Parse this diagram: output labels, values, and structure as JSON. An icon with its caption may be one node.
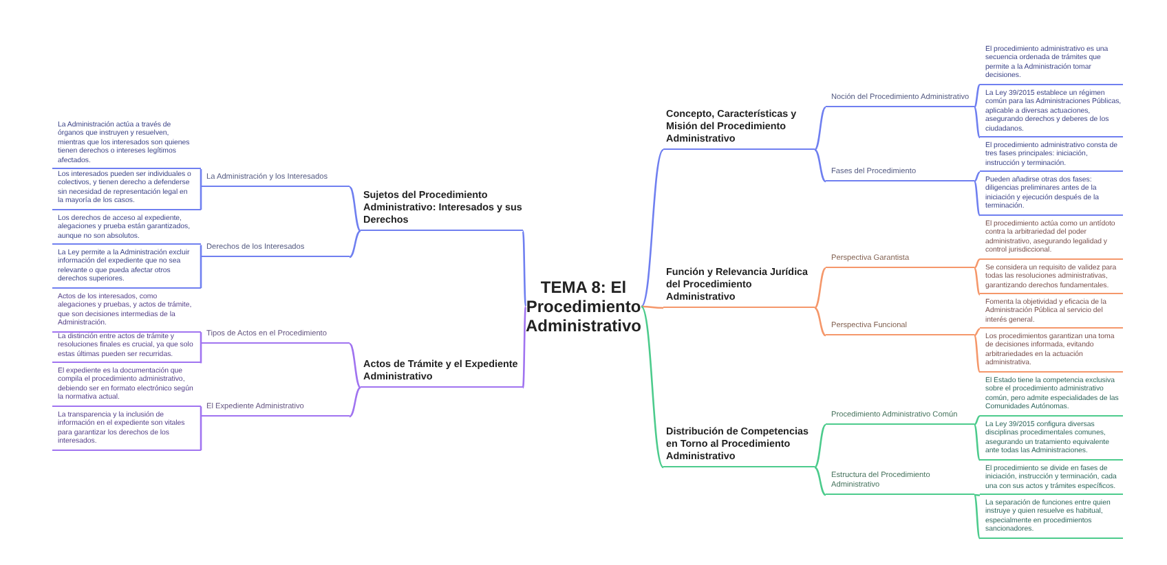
{
  "diagram": {
    "nodes": [
      {
        "text": [
          "TEMA 8: El Procedimiento Administrativo"
        ]
      },
      {
        "text": [
          "Sujetos del Procedimiento Administrativo: Interesados y sus Derechos"
        ]
      },
      {
        "text": [
          "La Administración y los Interesados"
        ]
      },
      {
        "text": [
          "La Administración actúa a través de órganos que instruyen y resuelven, mientras que los interesados son quienes tienen derechos o intereses legítimos afectados."
        ]
      },
      {
        "text": [
          "Los interesados pueden ser individuales o colectivos, y tienen derecho a defenderse sin necesidad de representación legal en la mayoría de los casos."
        ]
      },
      {
        "text": [
          "Derechos de los Interesados"
        ]
      },
      {
        "text": [
          "Los derechos de acceso al expediente, alegaciones y prueba están garantizados, aunque no son absolutos."
        ]
      },
      {
        "text": [
          "La Ley permite a la Administración excluir información del expediente que no sea relevante o que pueda afectar otros derechos superiores."
        ]
      },
      {
        "text": [
          "Actos de Trámite y el Expediente Administrativo"
        ]
      },
      {
        "text": [
          "Tipos de Actos en el Procedimiento"
        ]
      },
      {
        "text": [
          "Actos de los interesados, como alegaciones y pruebas, y actos de trámite, que son decisiones intermedias de la Administración."
        ]
      },
      {
        "text": [
          "La distinción entre actos de trámite y resoluciones finales es crucial, ya que solo estas últimas pueden ser recurridas."
        ]
      },
      {
        "text": [
          "El Expediente Administrativo"
        ]
      },
      {
        "text": [
          "El expediente es la documentación que compila el procedimiento administrativo, debiendo ser en formato electrónico según la normativa actual."
        ]
      },
      {
        "text": [
          "La transparencia y la inclusión de información en el expediente son vitales para garantizar los derechos de los interesados."
        ]
      },
      {
        "text": [
          "Concepto, Características y Misión del Procedimiento Administrativo"
        ]
      },
      {
        "text": [
          "Noción del Procedimiento Administrativo"
        ]
      },
      {
        "text": [
          "El procedimiento administrativo es una secuencia ordenada de trámites que permite a la Administración tomar decisiones."
        ]
      },
      {
        "text": [
          "La Ley 39/2015 establece un régimen común para las Administraciones Públicas, aplicable a diversas actuaciones, asegurando derechos y deberes de los ciudadanos."
        ]
      },
      {
        "text": [
          "Fases del Procedimiento"
        ]
      },
      {
        "text": [
          "El procedimiento administrativo consta de tres fases principales: iniciación, instrucción y terminación."
        ]
      },
      {
        "text": [
          "Pueden añadirse otras dos fases: diligencias preliminares antes de la iniciación y ejecución después de la terminación."
        ]
      },
      {
        "text": [
          "Función y Relevancia Jurídica del Procedimiento Administrativo"
        ]
      },
      {
        "text": [
          "Perspectiva Garantista"
        ]
      },
      {
        "text": [
          "El procedimiento actúa como un antídoto contra la arbitrariedad del poder administrativo, asegurando legalidad y control jurisdiccional."
        ]
      },
      {
        "text": [
          "Se considera un requisito de validez para todas las resoluciones administrativas, garantizando derechos fundamentales."
        ]
      },
      {
        "text": [
          "Perspectiva Funcional"
        ]
      },
      {
        "text": [
          "Fomenta la objetividad y eficacia de la Administración Pública al servicio del interés general."
        ]
      },
      {
        "text": [
          "Los procedimientos garantizan una toma de decisiones informada, evitando arbitrariedades en la actuación administrativa."
        ]
      },
      {
        "text": [
          "Distribución de Competencias en Torno al Procedimiento Administrativo"
        ]
      },
      {
        "text": [
          "Procedimiento Administrativo Común"
        ]
      },
      {
        "text": [
          "El Estado tiene la competencia exclusiva sobre el procedimiento administrativo común, pero admite especialidades de las Comunidades Autónomas."
        ]
      },
      {
        "text": [
          "La Ley 39/2015 configura diversas disciplinas procedimentales comunes, asegurando un tratamiento equivalente ante todas las Administraciones."
        ]
      },
      {
        "text": [
          "Estructura del Procedimiento Administrativo"
        ]
      },
      {
        "text": [
          "El procedimiento se divide en fases de iniciación, instrucción y terminación, cada una con sus actos y trámites específicos."
        ]
      },
      {
        "text": [
          "La separación de funciones entre quien instruye y quien resuelve es habitual, especialmente en procedimientos sancionadores."
        ]
      }
    ],
    "edges": [
      {
        "from": 0,
        "to": 1,
        "arrow": "none"
      },
      {
        "from": 1,
        "to": 2,
        "arrow": "none"
      },
      {
        "from": 2,
        "to": 3,
        "arrow": "none"
      },
      {
        "from": 2,
        "to": 4,
        "arrow": "none"
      },
      {
        "from": 1,
        "to": 5,
        "arrow": "none"
      },
      {
        "from": 5,
        "to": 6,
        "arrow": "none"
      },
      {
        "from": 5,
        "to": 7,
        "arrow": "none"
      },
      {
        "from": 0,
        "to": 8,
        "arrow": "none",
        "color": "#a073f0"
      },
      {
        "from": 8,
        "to": 9,
        "arrow": "none",
        "color": "#a073f0"
      },
      {
        "from": 9,
        "to": 10,
        "arrow": "none",
        "color": "#a073f0"
      },
      {
        "from": 9,
        "to": 11,
        "arrow": "none",
        "color": "#a073f0"
      },
      {
        "from": 8,
        "to": 12,
        "arrow": "none",
        "color": "#a073f0"
      },
      {
        "from": 12,
        "to": 13,
        "arrow": "none",
        "color": "#a073f0"
      },
      {
        "from": 12,
        "to": 14,
        "arrow": "none",
        "color": "#a073f0"
      },
      {
        "from": 0,
        "to": 15,
        "arrow": "none"
      },
      {
        "from": 15,
        "to": 16,
        "arrow": "none"
      },
      {
        "from": 16,
        "to": 17,
        "arrow": "none"
      },
      {
        "from": 16,
        "to": 18,
        "arrow": "none"
      },
      {
        "from": 15,
        "to": 19,
        "arrow": "none"
      },
      {
        "from": 19,
        "to": 20,
        "arrow": "none"
      },
      {
        "from": 19,
        "to": 21,
        "arrow": "none"
      },
      {
        "from": 0,
        "to": 22,
        "arrow": "none",
        "color": "#f5976a"
      },
      {
        "from": 22,
        "to": 23,
        "arrow": "none",
        "color": "#f5976a"
      },
      {
        "from": 23,
        "to": 24,
        "arrow": "none",
        "color": "#f5976a"
      },
      {
        "from": 23,
        "to": 25,
        "arrow": "none",
        "color": "#f5976a"
      },
      {
        "from": 22,
        "to": 26,
        "arrow": "none",
        "color": "#f5976a"
      },
      {
        "from": 26,
        "to": 27,
        "arrow": "none",
        "color": "#f5976a"
      },
      {
        "from": 26,
        "to": 28,
        "arrow": "none",
        "color": "#f5976a"
      },
      {
        "from": 0,
        "to": 29,
        "arrow": "none",
        "color": "#4ccb8c"
      },
      {
        "from": 29,
        "to": 30,
        "arrow": "none",
        "color": "#4ccb8c"
      },
      {
        "from": 30,
        "to": 31,
        "arrow": "none",
        "color": "#4ccb8c"
      },
      {
        "from": 30,
        "to": 32,
        "arrow": "none",
        "color": "#4ccb8c"
      },
      {
        "from": 29,
        "to": 33,
        "arrow": "none",
        "color": "#4ccb8c"
      },
      {
        "from": 33,
        "to": 34,
        "arrow": "none",
        "color": "#4ccb8c"
      },
      {
        "from": 33,
        "to": 35,
        "arrow": "none",
        "color": "#4ccb8c"
      }
    ]
  }
}
